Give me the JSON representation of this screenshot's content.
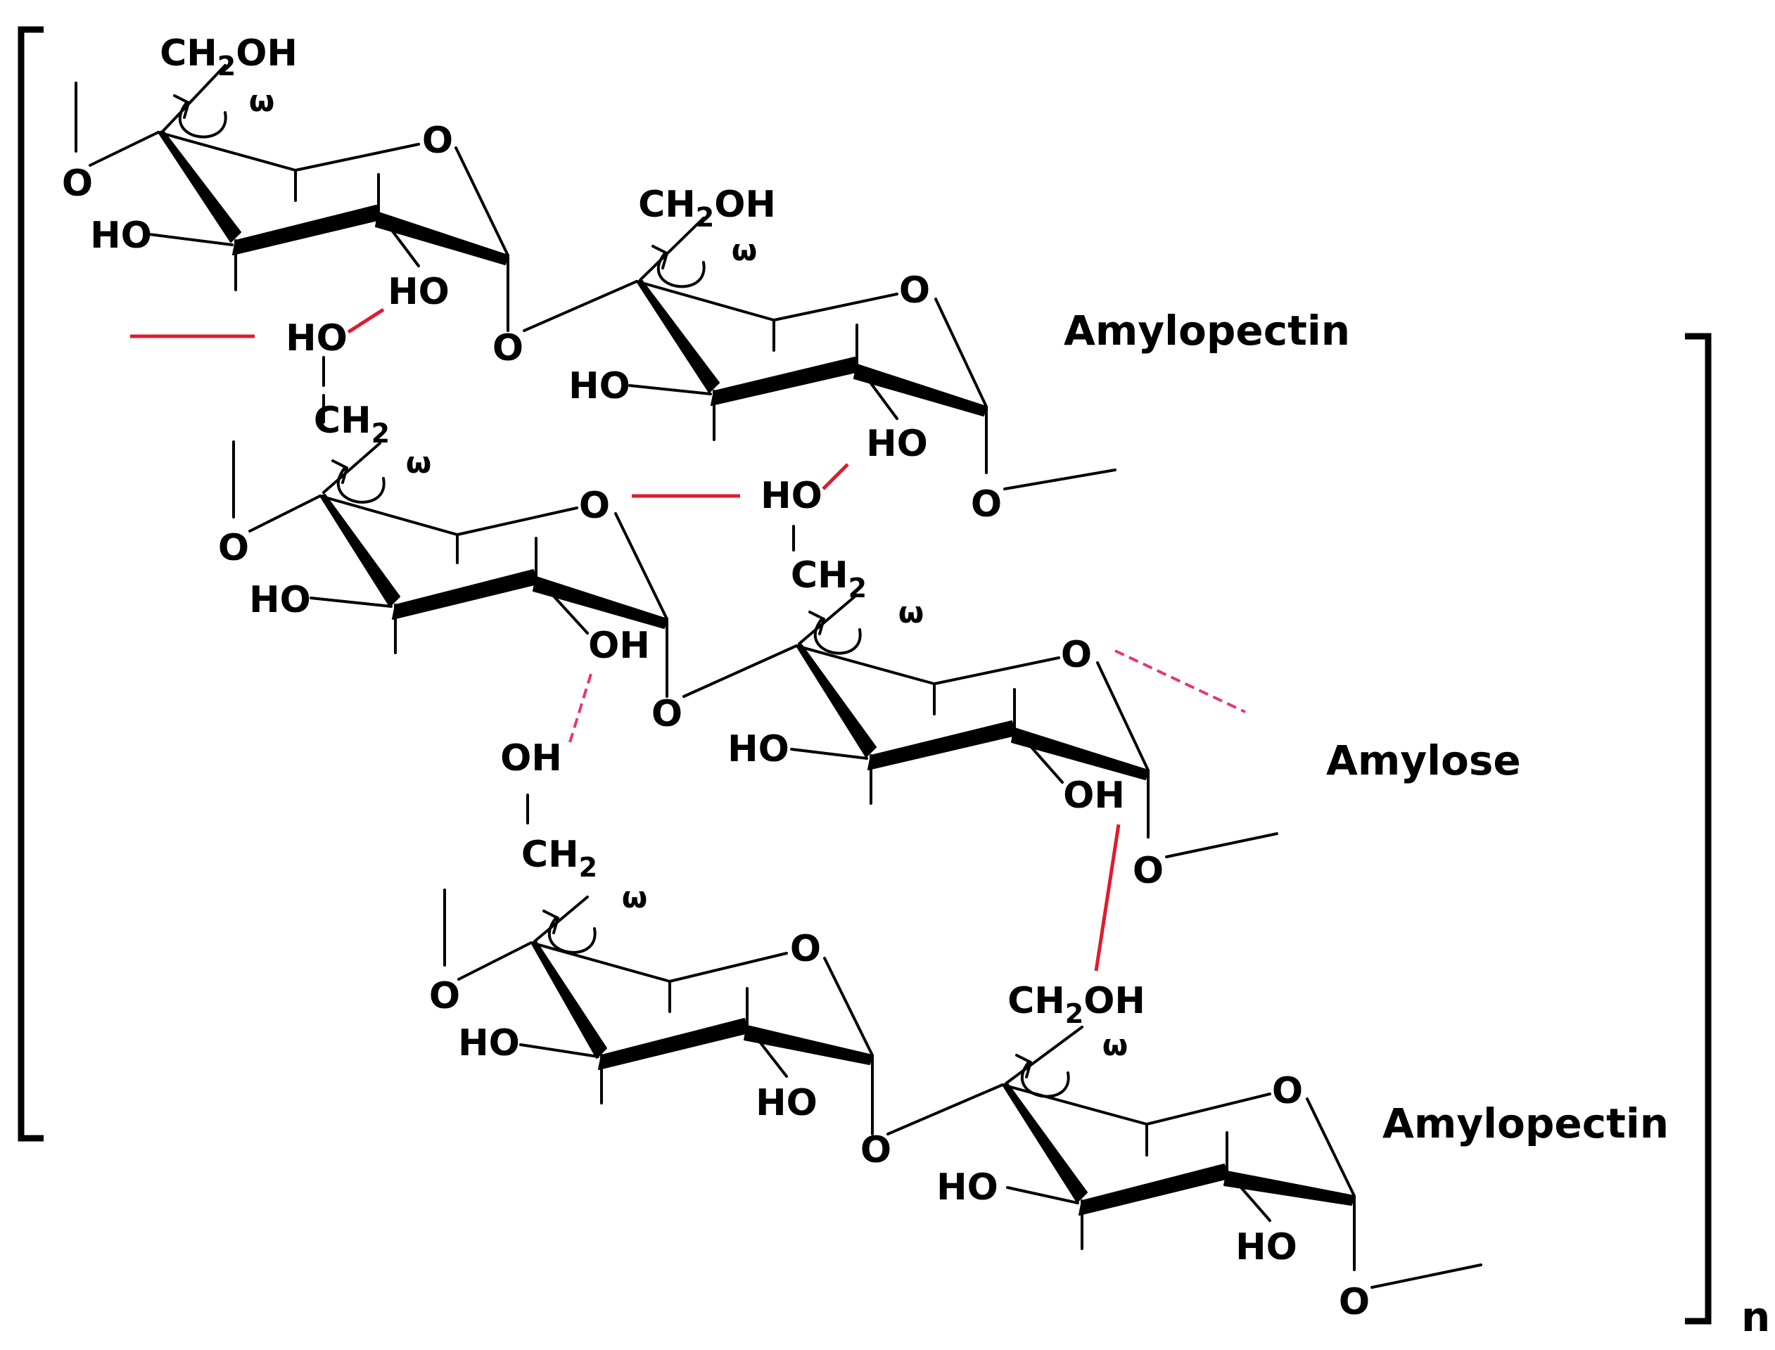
{
  "labels": {
    "top": "Amylopectin",
    "middle": "Amylose",
    "bottom": "Amylopectin",
    "repeat": "n"
  },
  "atoms": {
    "ring_oxygen": "O",
    "glycosidic_oxygen": "O",
    "hydroxyl_left": "HO",
    "hydroxyl_right": "OH",
    "ch2oh_main": "CH",
    "ch2oh_sub": "2",
    "ch2oh_tail": "OH",
    "ch2_main": "CH",
    "ch2_sub": "2",
    "omega": "ω"
  },
  "colors": {
    "bond": "#000000",
    "hbond_solid": "#e01b2e",
    "hbond_dashed": "#e8347a"
  }
}
